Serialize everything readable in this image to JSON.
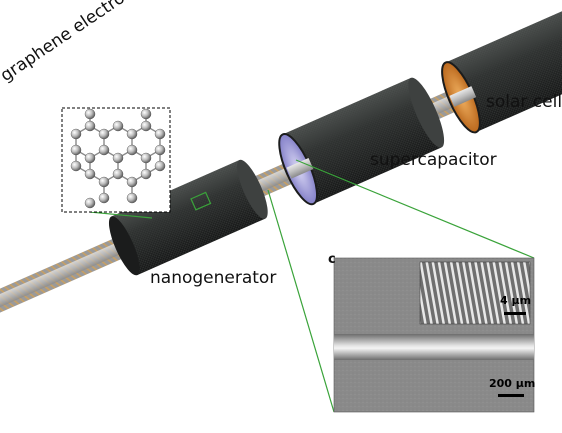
{
  "labels": {
    "solar_cell": "solar cell",
    "supercapacitor": "supercapacitor",
    "nanogenerator": "nanogenerator",
    "graphene_electrode": "graphene electrode"
  },
  "sem_panel": {
    "panel_label": "c",
    "inset_scale": "4 μm",
    "main_scale": "200 μm"
  },
  "colors": {
    "device_shell": "#2a2c2b",
    "device_shell_highlight": "#4b4e4c",
    "fiber_core": "#bfbfbf",
    "nanowire_gold": "#c9a062",
    "solar_cell_interior": "#d07a1e",
    "supercapacitor_interior": "#8e8ad0",
    "callout_line": "#3aa33a",
    "sem_background": "#8a8a8a"
  }
}
